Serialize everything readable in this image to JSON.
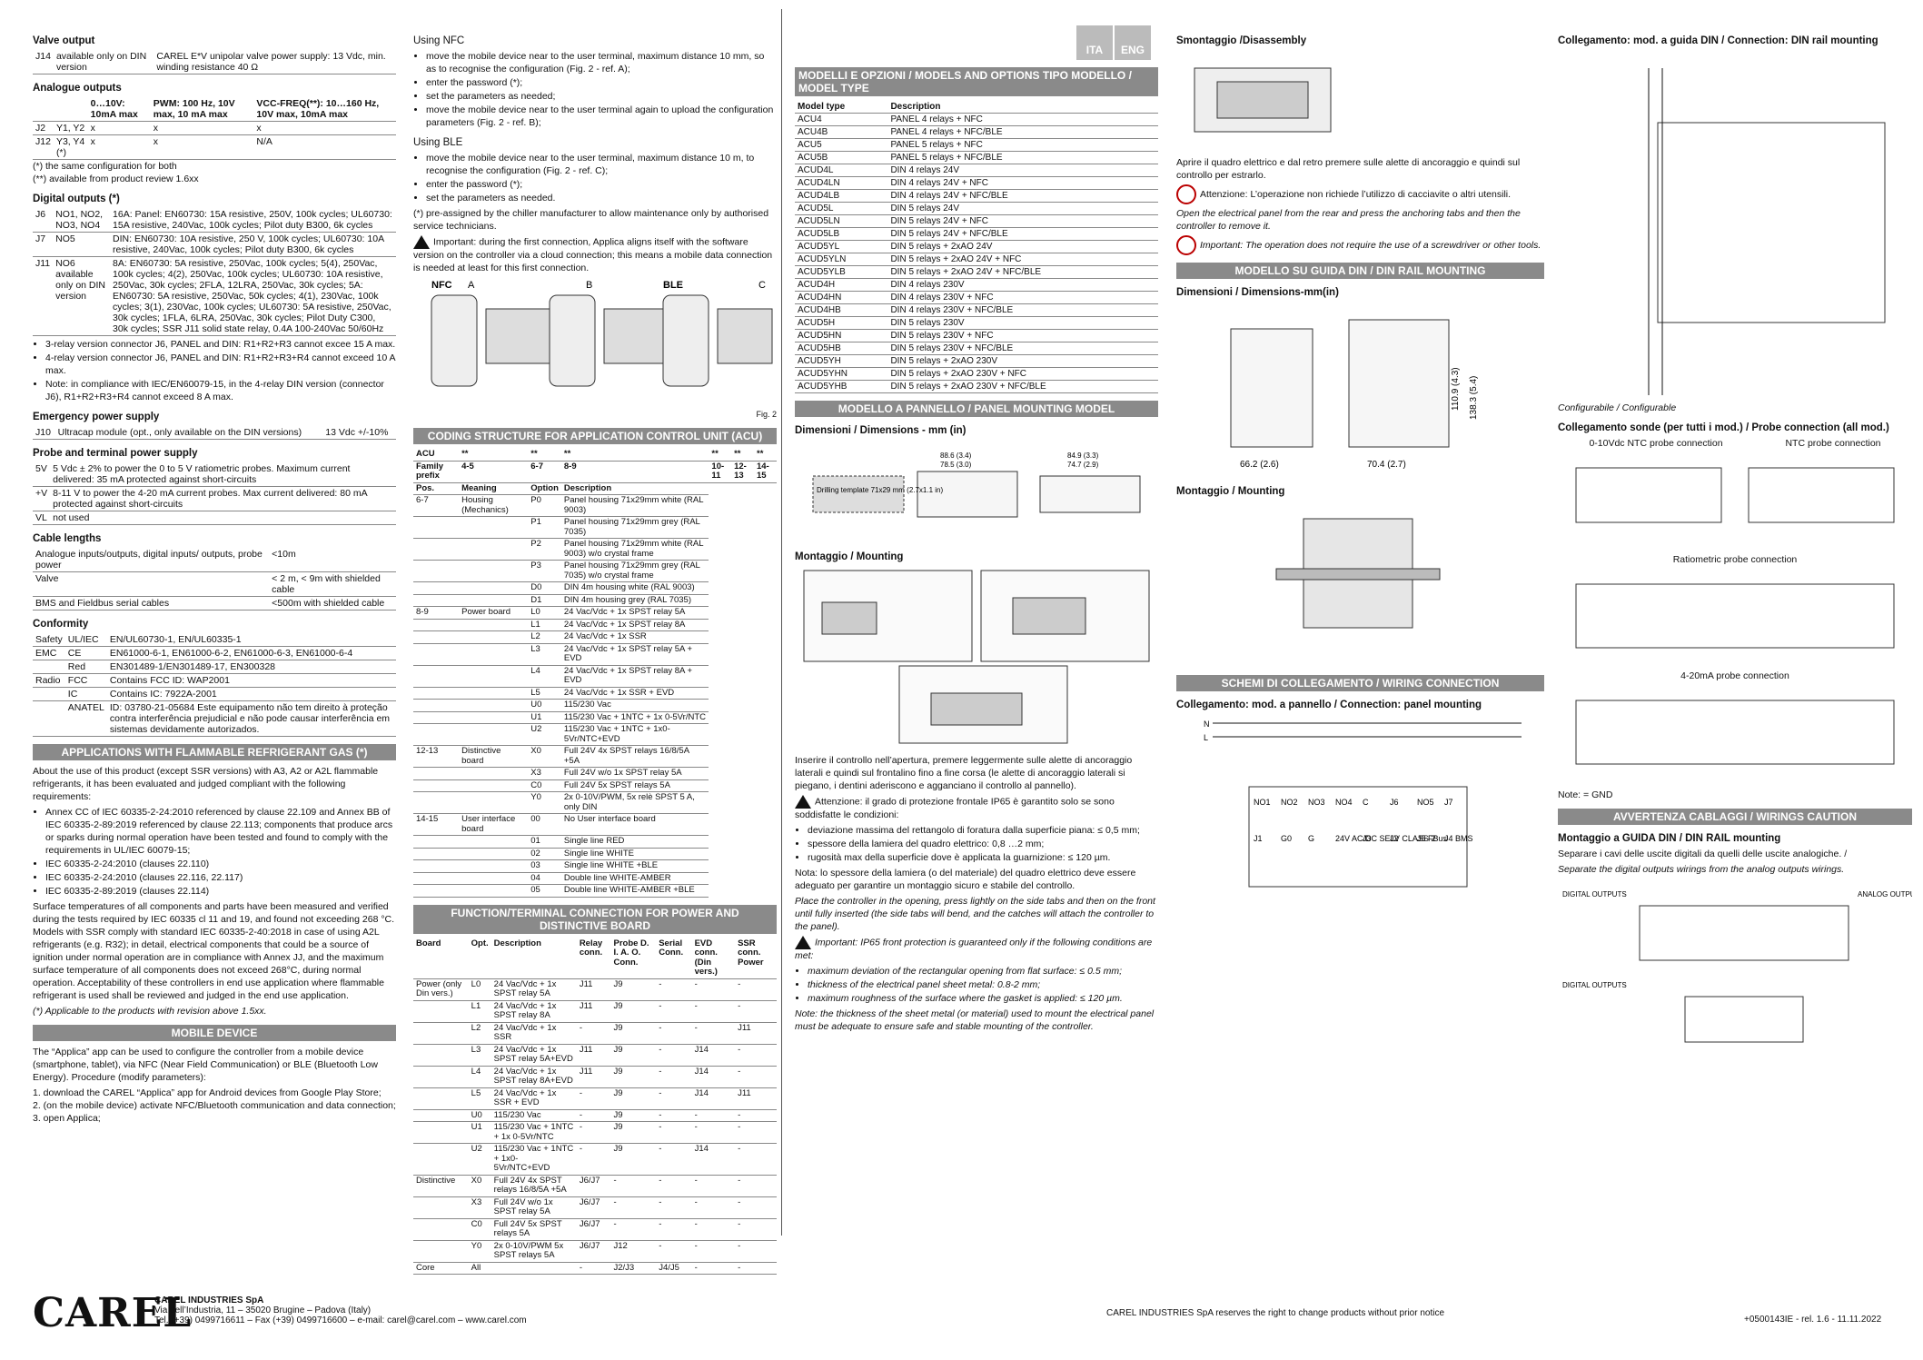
{
  "col1": {
    "valve_output_title": "Valve output",
    "valve_rows": [
      [
        "J14",
        "available only on DIN version",
        "CAREL E*V unipolar valve power supply: 13 Vdc, min. winding resistance 40 Ω"
      ]
    ],
    "analogue_title": "Analogue outputs",
    "analogue_head": [
      "",
      "",
      "0…10V: 10mA max",
      "PWM: 100 Hz, 10V max, 10 mA max",
      "VCC-FREQ(**): 10…160 Hz, 10V max, 10mA max"
    ],
    "analogue_rows": [
      [
        "J2",
        "Y1, Y2",
        "x",
        "x",
        "x"
      ],
      [
        "J12",
        "Y3, Y4 (*)",
        "x",
        "x",
        "N/A"
      ]
    ],
    "analogue_notes": [
      "(*) the same configuration for both",
      "(**) available from product review 1.6xx"
    ],
    "digital_title": "Digital outputs (*)",
    "digital_rows": [
      [
        "J6",
        "NO1, NO2, NO3, NO4",
        "16A: Panel: EN60730: 15A resistive, 250V, 100k cycles; UL60730: 15A resistive, 240Vac, 100k cycles; Pilot duty B300, 6k cycles"
      ],
      [
        "J7",
        "NO5",
        "DIN: EN60730: 10A resistive, 250 V, 100k cycles; UL60730: 10A resistive, 240Vac, 100k cycles; Pilot duty B300, 6k cycles"
      ],
      [
        "J11",
        "NO6 available only on DIN version",
        "8A: EN60730: 5A resistive, 250Vac, 100k cycles; 5(4), 250Vac, 100k cycles; 4(2), 250Vac, 100k cycles; UL60730: 10A resistive, 250Vac, 30k cycles; 2FLA, 12LRA, 250Vac, 30k cycles; 5A: EN60730: 5A resistive, 250Vac, 50k cycles; 4(1), 230Vac, 100k cycles; 3(1), 230Vac, 100k cycles; UL60730: 5A resistive, 250Vac, 30k cycles; 1FLA, 6LRA, 250Vac, 30k cycles; Pilot Duty C300, 30k cycles; SSR J11 solid state relay, 0.4A 100-240Vac 50/60Hz"
      ]
    ],
    "digital_notes": [
      "3-relay version connector J6, PANEL and DIN: R1+R2+R3 cannot excee 15 A max.",
      "4-relay version connector J6, PANEL and DIN: R1+R2+R3+R4 cannot exceed 10 A max.",
      "Note: in compliance with IEC/EN60079-15, in the 4-relay DIN version (connector J6), R1+R2+R3+R4 cannot exceed 8 A max."
    ],
    "emergency_title": "Emergency power supply",
    "emergency_row": [
      "J10",
      "Ultracap module (opt., only available on the DIN versions)",
      "13 Vdc +/-10%"
    ],
    "probe_title": "Probe and terminal power supply",
    "probe_rows": [
      [
        "5V",
        "5 Vdc ± 2% to power the 0 to 5 V ratiometric probes. Maximum current delivered: 35 mA protected against short-circuits"
      ],
      [
        "+V",
        "8-11 V to power the 4-20 mA current probes. Max current delivered: 80 mA protected against short-circuits"
      ],
      [
        "VL",
        "not used"
      ]
    ],
    "cable_title": "Cable lengths",
    "cable_rows": [
      [
        "Analogue inputs/outputs, digital inputs/ outputs, probe power",
        "<10m"
      ],
      [
        "Valve",
        "< 2 m, < 9m with shielded cable"
      ],
      [
        "BMS and Fieldbus serial cables",
        "<500m with shielded cable"
      ]
    ],
    "conformity_title": "Conformity",
    "conformity_rows": [
      [
        "Safety",
        "UL/IEC",
        "EN/UL60730-1, EN/UL60335-1"
      ],
      [
        "EMC",
        "CE",
        "EN61000-6-1, EN61000-6-2, EN61000-6-3, EN61000-6-4"
      ],
      [
        "",
        "Red",
        "EN301489-1/EN301489-17, EN300328"
      ],
      [
        "Radio",
        "FCC",
        "Contains FCC ID: WAP2001"
      ],
      [
        "",
        "IC",
        "Contains IC: 7922A-2001"
      ],
      [
        "",
        "ANATEL",
        "ID: 03780-21-05684 Este equipamento não tem direito à proteção contra interferência prejudicial e não pode causar interferência em sistemas devidamente autorizados."
      ]
    ],
    "flammable_band": "APPLICATIONS WITH FLAMMABLE REFRIGERANT GAS (*)",
    "flammable_text": "About the use of this product (except SSR versions) with A3, A2 or A2L flammable refrigerants, it has been evaluated and judged compliant with the following requirements:",
    "flammable_list": [
      "Annex CC of IEC 60335-2-24:2010 referenced by clause 22.109 and Annex BB of IEC 60335-2-89:2019 referenced by clause 22.113; components that produce arcs or sparks during normal operation have been tested and found to comply with the requirements in UL/IEC 60079-15;",
      "IEC 60335-2-24:2010 (clauses 22.110)",
      "IEC 60335-2-24:2010 (clauses 22.116, 22.117)",
      "IEC 60335-2-89:2019 (clauses 22.114)"
    ],
    "flammable_text2": "Surface temperatures of all components and parts have been measured and verified during the tests required by IEC 60335 cl 11 and 19, and found not exceeding 268 °C. Models with SSR comply with standard IEC 60335-2-40:2018 in case of using A2L refrigerants (e.g. R32); in detail, electrical components that could be a source of ignition under normal operation are in compliance with Annex JJ, and the maximum surface temperature of all components does not exceed 268°C, during normal operation. Acceptability of these controllers in end use application where flammable refrigerant is used shall be reviewed and judged in the end use application.",
    "flammable_note": "(*) Applicable to the products with revision above 1.5xx.",
    "mobile_band": "MOBILE DEVICE",
    "mobile_text": "The “Applica” app can be used to configure the controller from a mobile device (smartphone, tablet), via NFC (Near Field Communication) or BLE (Bluetooth Low Energy). Procedure (modify parameters):",
    "mobile_steps": [
      "1. download the CAREL “Applica” app for Android devices from Google Play Store;",
      "2. (on the mobile device) activate NFC/Bluetooth communication and data connection;",
      "3. open Applica;"
    ]
  },
  "col2": {
    "nfc_title": "Using NFC",
    "nfc_list": [
      "move the mobile device near to the user terminal, maximum distance 10 mm, so as to recognise the configuration (Fig. 2 - ref. A);",
      "enter the password (*);",
      "set the parameters as needed;",
      "move the mobile device near to the user terminal again to upload the configuration parameters (Fig. 2 - ref. B);"
    ],
    "ble_title": "Using BLE",
    "ble_list": [
      "move the mobile device near to the user terminal, maximum distance 10 m, to recognise the configuration (Fig. 2 - ref. C);",
      "enter the password (*);",
      "set the parameters as needed."
    ],
    "preassigned": "(*) pre-assigned by the chiller manufacturer to allow maintenance only by authorised service technicians.",
    "important": "Important: during the first connection, Applica aligns itself with the software version on the controller via a cloud connection; this means a mobile data connection is needed at least for this first connection.",
    "fig_labels": [
      "NFC",
      "A",
      "B",
      "BLE",
      "C"
    ],
    "fig_caption": "Fig. 2",
    "coding_band": "CODING STRUCTURE FOR APPLICATION CONTROL UNIT (ACU)",
    "coding_head1": [
      "ACU",
      "**",
      "**",
      "**",
      "**",
      "**",
      "**"
    ],
    "coding_head2": [
      "Family prefix",
      "4-5",
      "6-7",
      "8-9",
      "10-11",
      "12-13",
      "14-15"
    ],
    "coding_cols": [
      "Pos.",
      "Meaning",
      "Option",
      "Description"
    ],
    "coding_rows": [
      [
        "6-7",
        "Housing (Mechanics)",
        "P0",
        "Panel housing 71x29mm white (RAL 9003)"
      ],
      [
        "",
        "",
        "P1",
        "Panel housing 71x29mm grey (RAL 7035)"
      ],
      [
        "",
        "",
        "P2",
        "Panel housing 71x29mm white (RAL 9003) w/o crystal frame"
      ],
      [
        "",
        "",
        "P3",
        "Panel housing 71x29mm grey (RAL 7035) w/o crystal frame"
      ],
      [
        "",
        "",
        "D0",
        "DIN 4m housing white (RAL 9003)"
      ],
      [
        "",
        "",
        "D1",
        "DIN 4m housing grey (RAL 7035)"
      ],
      [
        "8-9",
        "Power board",
        "L0",
        "24 Vac/Vdc + 1x SPST relay 5A"
      ],
      [
        "",
        "",
        "L1",
        "24 Vac/Vdc + 1x SPST relay 8A"
      ],
      [
        "",
        "",
        "L2",
        "24 Vac/Vdc + 1x SSR"
      ],
      [
        "",
        "",
        "L3",
        "24 Vac/Vdc + 1x SPST relay 5A + EVD"
      ],
      [
        "",
        "",
        "L4",
        "24 Vac/Vdc + 1x SPST relay 8A + EVD"
      ],
      [
        "",
        "",
        "L5",
        "24 Vac/Vdc + 1x SSR + EVD"
      ],
      [
        "",
        "",
        "U0",
        "115/230 Vac"
      ],
      [
        "",
        "",
        "U1",
        "115/230 Vac + 1NTC + 1x 0-5Vr/NTC"
      ],
      [
        "",
        "",
        "U2",
        "115/230 Vac + 1NTC + 1x0-5Vr/NTC+EVD"
      ],
      [
        "12-13",
        "Distinctive board",
        "X0",
        "Full 24V 4x SPST relays 16/8/5A +5A"
      ],
      [
        "",
        "",
        "X3",
        "Full 24V w/o 1x SPST relay 5A"
      ],
      [
        "",
        "",
        "C0",
        "Full 24V 5x SPST relays 5A"
      ],
      [
        "",
        "",
        "Y0",
        "2x 0-10V/PWM, 5x relè SPST 5 A, only DIN"
      ],
      [
        "14-15",
        "User interface board",
        "00",
        "No User interface board"
      ],
      [
        "",
        "",
        "01",
        "Single line RED"
      ],
      [
        "",
        "",
        "02",
        "Single line WHITE"
      ],
      [
        "",
        "",
        "03",
        "Single line WHITE +BLE"
      ],
      [
        "",
        "",
        "04",
        "Double line WHITE-AMBER"
      ],
      [
        "",
        "",
        "05",
        "Double line WHITE-AMBER +BLE"
      ]
    ],
    "function_band": "FUNCTION/TERMINAL CONNECTION FOR POWER AND DISTINCTIVE BOARD",
    "function_head": [
      "Board",
      "Opt.",
      "Description",
      "Relay conn.",
      "Probe D. I. A. O. Conn.",
      "Serial Conn.",
      "EVD conn. (Din vers.)",
      "SSR conn. Power"
    ],
    "function_rows": [
      [
        "Power (only Din vers.)",
        "L0",
        "24 Vac/Vdc + 1x SPST relay 5A",
        "J11",
        "J9",
        "-",
        "-",
        "-"
      ],
      [
        "",
        "L1",
        "24 Vac/Vdc + 1x SPST relay 8A",
        "J11",
        "J9",
        "-",
        "-",
        "-"
      ],
      [
        "",
        "L2",
        "24 Vac/Vdc + 1x SSR",
        "-",
        "J9",
        "-",
        "-",
        "J11"
      ],
      [
        "",
        "L3",
        "24 Vac/Vdc + 1x SPST relay 5A+EVD",
        "J11",
        "J9",
        "-",
        "J14",
        "-"
      ],
      [
        "",
        "L4",
        "24 Vac/Vdc + 1x SPST relay 8A+EVD",
        "J11",
        "J9",
        "-",
        "J14",
        "-"
      ],
      [
        "",
        "L5",
        "24 Vac/Vdc + 1x SSR + EVD",
        "-",
        "J9",
        "-",
        "J14",
        "J11"
      ],
      [
        "",
        "U0",
        "115/230 Vac",
        "-",
        "J9",
        "-",
        "-",
        "-"
      ],
      [
        "",
        "U1",
        "115/230 Vac + 1NTC + 1x 0-5Vr/NTC",
        "-",
        "J9",
        "-",
        "-",
        "-"
      ],
      [
        "",
        "U2",
        "115/230 Vac + 1NTC + 1x0-5Vr/NTC+EVD",
        "-",
        "J9",
        "-",
        "J14",
        "-"
      ],
      [
        "Distinctive",
        "X0",
        "Full 24V 4x SPST relays 16/8/5A +5A",
        "J6/J7",
        "-",
        "-",
        "-",
        "-"
      ],
      [
        "",
        "X3",
        "Full 24V w/o 1x SPST relay 5A",
        "J6/J7",
        "-",
        "-",
        "-",
        "-"
      ],
      [
        "",
        "C0",
        "Full 24V 5x SPST relays 5A",
        "J6/J7",
        "-",
        "-",
        "-",
        "-"
      ],
      [
        "",
        "Y0",
        "2x 0-10V/PWM 5x SPST relays 5A",
        "J6/J7",
        "J12",
        "-",
        "-",
        "-"
      ],
      [
        "Core",
        "All",
        "",
        "-",
        "J2/J3",
        "J4/J5",
        "-",
        "-"
      ]
    ]
  },
  "col3": {
    "lang": [
      "ITA",
      "ENG"
    ],
    "models_band": "MODELLI E OPZIONI / MODELS AND OPTIONS TIPO MODELLO / MODEL TYPE",
    "models_head": [
      "Model type",
      "Description"
    ],
    "models_rows": [
      [
        "ACU4",
        "PANEL 4 relays + NFC"
      ],
      [
        "ACU4B",
        "PANEL 4 relays + NFC/BLE"
      ],
      [
        "ACU5",
        "PANEL 5 relays + NFC"
      ],
      [
        "ACU5B",
        "PANEL 5 relays + NFC/BLE"
      ],
      [
        "ACUD4L",
        "DIN 4 relays 24V"
      ],
      [
        "ACUD4LN",
        "DIN 4 relays 24V + NFC"
      ],
      [
        "ACUD4LB",
        "DIN 4 relays 24V + NFC/BLE"
      ],
      [
        "ACUD5L",
        "DIN 5 relays 24V"
      ],
      [
        "ACUD5LN",
        "DIN 5 relays 24V + NFC"
      ],
      [
        "ACUD5LB",
        "DIN 5 relays 24V + NFC/BLE"
      ],
      [
        "ACUD5YL",
        "DIN 5 relays + 2xAO 24V"
      ],
      [
        "ACUD5YLN",
        "DIN 5 relays + 2xAO 24V + NFC"
      ],
      [
        "ACUD5YLB",
        "DIN 5 relays + 2xAO 24V + NFC/BLE"
      ],
      [
        "ACUD4H",
        "DIN 4 relays 230V"
      ],
      [
        "ACUD4HN",
        "DIN 4 relays 230V + NFC"
      ],
      [
        "ACUD4HB",
        "DIN 4 relays 230V + NFC/BLE"
      ],
      [
        "ACUD5H",
        "DIN 5 relays 230V"
      ],
      [
        "ACUD5HN",
        "DIN 5 relays 230V + NFC"
      ],
      [
        "ACUD5HB",
        "DIN 5 relays 230V + NFC/BLE"
      ],
      [
        "ACUD5YH",
        "DIN 5 relays + 2xAO 230V"
      ],
      [
        "ACUD5YHN",
        "DIN 5 relays + 2xAO 230V + NFC"
      ],
      [
        "ACUD5YHB",
        "DIN 5 relays + 2xAO 230V + NFC/BLE"
      ]
    ],
    "panel_band": "MODELLO A PANNELLO / PANEL MOUNTING MODEL",
    "dims_title": "Dimensioni / Dimensions - mm (in)",
    "dims_labels": [
      "Drilling template 71x29 mm (2.7x1.1 in)",
      "88.6 (3.4)",
      "78.5 (3.0)",
      "84.9 (3.3)",
      "74.7 (2.9)"
    ],
    "mount_title": "Montaggio / Mounting",
    "it_text": "Inserire il controllo nell’apertura, premere leggermente sulle alette di ancoraggio laterali e quindi sul frontalino fino a fine corsa (le alette di ancoraggio laterali si piegano, i dentini aderiscono e agganciano il controllo al pannello).",
    "it_warn": "Attenzione: il grado di protezione frontale IP65 è garantito solo se sono soddisfatte le condizioni:",
    "it_list": [
      "deviazione massima del rettangolo di foratura dalla superficie piana: ≤ 0,5 mm;",
      "spessore della lamiera del quadro elettrico: 0,8 …2 mm;",
      "rugosità max della superficie dove è applicata la guarnizione: ≤ 120 µm."
    ],
    "it_note": "Nota: lo spessore della lamiera (o del materiale) del quadro elettrico deve essere adeguato per garantire un montaggio sicuro e stabile del controllo.",
    "en_text": "Place the controller in the opening, press lightly on the side tabs and then on the front until fully inserted (the side tabs will bend, and the catches will attach the controller to the panel).",
    "en_warn": "Important: IP65 front protection is guaranteed only if the following conditions are met:",
    "en_list": [
      "maximum deviation of the rectangular opening from flat surface: ≤ 0.5 mm;",
      "thickness of the electrical panel sheet metal: 0.8-2 mm;",
      "maximum roughness of the surface where the gasket is applied: ≤ 120 µm."
    ],
    "en_note": "Note: the thickness of the sheet metal (or material) used to mount the electrical panel must be adequate to ensure safe and stable mounting of the controller."
  },
  "col4": {
    "disassembly_title": "Smontaggio /Disassembly",
    "dis_it": "Aprire il quadro elettrico e dal retro premere sulle alette di ancoraggio e quindi sul controllo per estrarlo.",
    "dis_it_warn": "Attenzione: L’operazione non richiede l’utilizzo di cacciavite o altri utensili.",
    "dis_en": "Open the electrical panel from the rear and press the anchoring tabs and then the controller to remove it.",
    "dis_en_warn": "Important: The operation does not require the use of a screwdriver or other tools.",
    "din_band": "MODELLO SU GUIDA DIN / DIN RAIL MOUNTING",
    "din_dims_title": "Dimensioni / Dimensions-mm(in)",
    "din_dims": [
      "110.9 (4.3)",
      "138.3 (5.4)",
      "66.2 (2.6)",
      "70.4 (2.7)"
    ],
    "din_mount_title": "Montaggio / Mounting",
    "wiring_band": "SCHEMI DI COLLEGAMENTO / WIRING CONNECTION",
    "wiring_title": "Collegamento: mod. a pannello / Connection: panel mounting",
    "wiring_labels": [
      "N",
      "L",
      "NO1",
      "NO2",
      "NO3",
      "NO4",
      "C",
      "J6",
      "NO5",
      "J7",
      "J1",
      "G0",
      "G",
      "24V AC/DC SELV CLASS 2",
      "J3",
      "J2",
      "J5 FBus",
      "J4 BMS"
    ]
  },
  "col5": {
    "din_conn_title": "Collegamento: mod. a guida DIN / Connection: DIN rail mounting",
    "configurabile": "Configurabile / Configurable",
    "probe_title": "Collegamento sonde (per tutti i mod.) / Probe connection (all mod.)",
    "probe_sub1": "0-10Vdc NTC probe connection",
    "probe_sub2": "NTC probe connection",
    "ratiometric": "Ratiometric probe connection",
    "current": "4-20mA probe connection",
    "gnd_note": "Note: = GND",
    "caution_band": "AVVERTENZA CABLAGGI / WIRINGS CAUTION",
    "caution_title": "Montaggio a GUIDA DIN / DIN RAIL mounting",
    "caution_it": "Separare i cavi delle uscite digitali da quelli delle uscite analogiche. /",
    "caution_en": "Separate the digital outputs wirings from the analog outputs wirings.",
    "caution_labels": [
      "DIGITAL OUTPUTS",
      "ANALOG OUTPUTS",
      "DIGITAL OUTPUTS"
    ]
  },
  "footer": {
    "logo": "CAREL",
    "company": "CAREL INDUSTRIES SpA",
    "address": "Via dell’Industria, 11 – 35020 Brugine – Padova (Italy)",
    "contact": "Tel. (+39) 0499716611 – Fax (+39) 0499716600 – e-mail: carel@carel.com – www.carel.com",
    "reserves": "CAREL INDUSTRIES SpA reserves the right to change products without prior notice",
    "code": "+0500143IE - rel. 1.6 - 11.11.2022"
  }
}
